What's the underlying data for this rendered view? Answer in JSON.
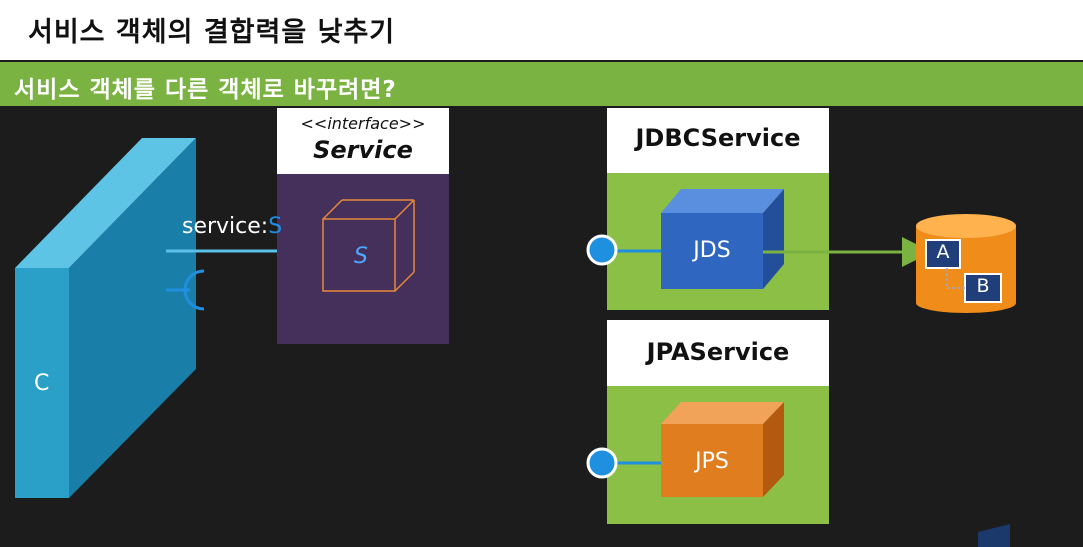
{
  "slide": {
    "title": "서비스 객체의 결합력을 낮추기",
    "subtitle": "서비스 객체를 다른 객체로 바꾸려면?"
  },
  "client": {
    "label": "C",
    "field_label": "service:",
    "field_type": "S"
  },
  "interface_box": {
    "stereotype": "<<interface>>",
    "name": "Service",
    "cube_label": "S"
  },
  "impl_jdbc": {
    "name": "JDBCService",
    "cube_label": "JDS"
  },
  "impl_jpa": {
    "name": "JPAService",
    "cube_label": "JPS"
  },
  "database": {
    "table_a": "A",
    "table_b": "B"
  },
  "colors": {
    "green": "#7bb342",
    "purple": "#44305a",
    "blue_cube": "#2f67c0",
    "orange_cube": "#e07d1e",
    "accent_blue": "#1f8fe0",
    "wall_blue": "#2aa0c8"
  }
}
